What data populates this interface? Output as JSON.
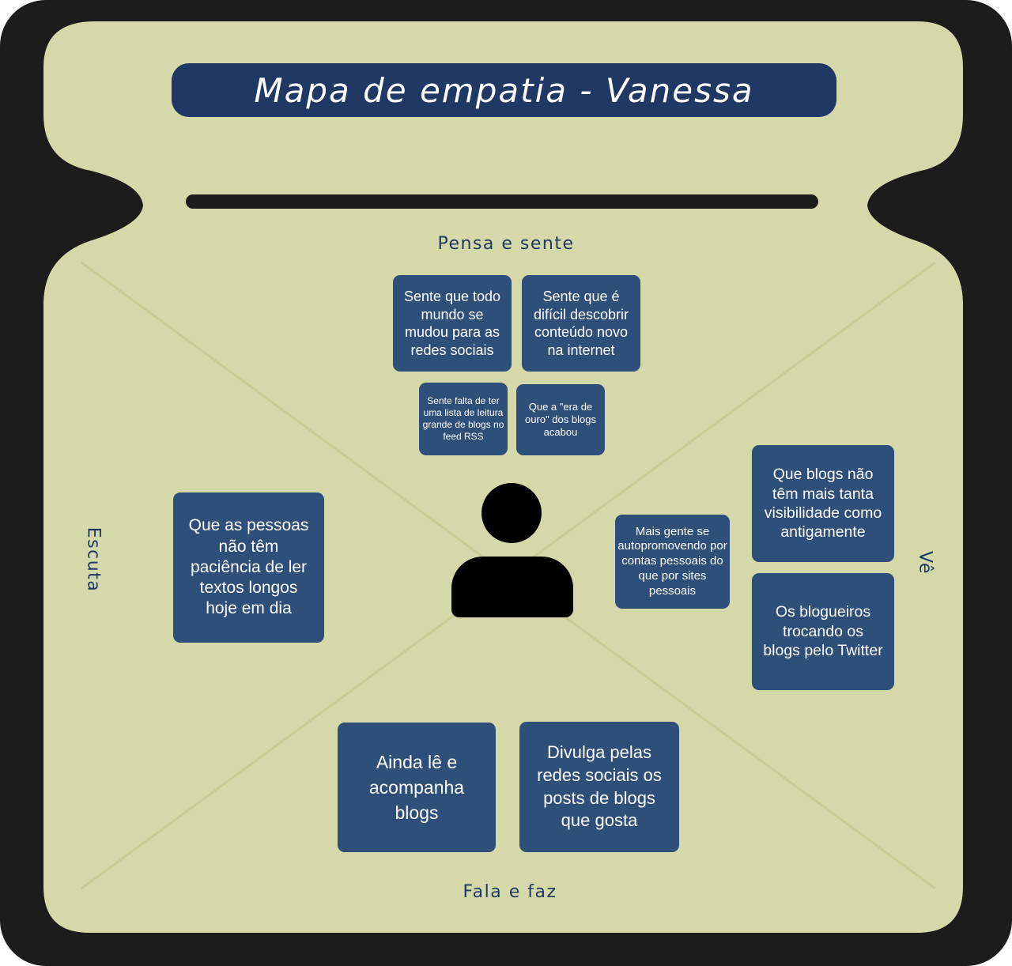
{
  "title": "Mapa de empatia - Vanessa",
  "colors": {
    "frame": "#1c1c1c",
    "card": "#d5d9a9",
    "lines": "#c9cc95",
    "navy": "#1f3864",
    "note": "#2e4f79"
  },
  "quadrants": {
    "pensa_e_sente": {
      "label": "Pensa e sente",
      "notes": [
        "Sente que todo mundo se mudou para as redes sociais",
        "Sente que é difícil descobrir conteúdo novo na internet",
        "Sente falta de ter uma lista de leitura grande de blogs no feed RSS",
        "Que a \"era de ouro\" dos blogs acabou"
      ]
    },
    "escuta": {
      "label": "Escuta",
      "notes": [
        "Que as pessoas não têm paciência de ler textos longos hoje em dia"
      ]
    },
    "ve": {
      "label": "Vê",
      "notes": [
        "Mais gente se autopromovendo por contas pessoais do que por sites pessoais",
        "Que blogs não têm mais tanta visibilidade como antigamente",
        "Os blogueiros trocando os blogs pelo Twitter"
      ]
    },
    "fala_e_faz": {
      "label": "Fala e faz",
      "notes": [
        "Ainda lê e acompanha blogs",
        "Divulga pelas redes sociais os posts de blogs que gosta"
      ]
    }
  },
  "center_icon": "person-icon"
}
